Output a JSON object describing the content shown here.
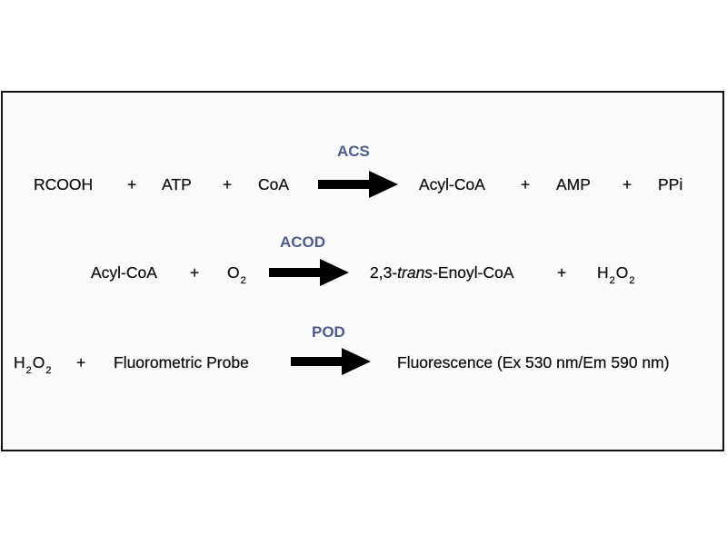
{
  "colors": {
    "enzyme": "#4a5c98",
    "text": "#111111",
    "arrow": "#000000"
  },
  "reactions": [
    {
      "enzyme": "ACS",
      "reactants": [
        "RCOOH",
        "ATP",
        "CoA"
      ],
      "products": [
        "Acyl-CoA",
        "AMP",
        "PPi"
      ]
    },
    {
      "enzyme": "ACOD",
      "reactants": [
        "Acyl-CoA",
        "O",
        "2"
      ],
      "products": [
        "2,3-",
        "trans",
        "-Enoyl-CoA",
        "H",
        "2",
        "O",
        "2"
      ]
    },
    {
      "enzyme": "POD",
      "reactants": [
        "H",
        "2",
        "O",
        "2",
        "Fluorometric Probe"
      ],
      "products": [
        "Fluorescence (Ex 530 nm/Em 590 nm)"
      ]
    }
  ],
  "plus": "+"
}
